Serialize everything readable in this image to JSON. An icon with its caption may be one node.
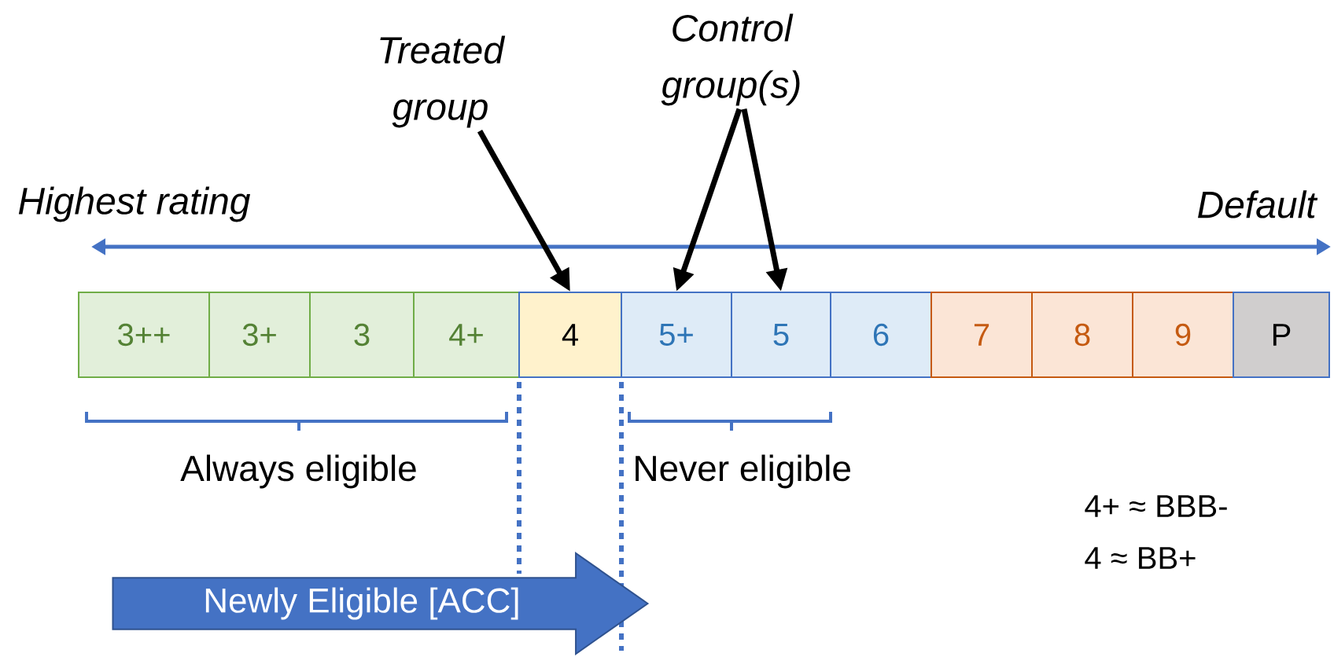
{
  "diagram": {
    "nodes": [
      {
        "text": [
          "Treated group"
        ]
      },
      {
        "text": [
          "Control group(s)"
        ]
      },
      {
        "text": [
          "3++"
        ]
      },
      {
        "text": [
          "3+"
        ]
      },
      {
        "text": [
          "3"
        ]
      },
      {
        "text": [
          "4+"
        ]
      },
      {
        "text": [
          "4"
        ]
      },
      {
        "text": [
          "5+"
        ]
      },
      {
        "text": [
          "5"
        ]
      },
      {
        "text": [
          "6"
        ]
      },
      {
        "text": [
          "7"
        ]
      },
      {
        "text": [
          "8"
        ]
      },
      {
        "text": [
          "9"
        ]
      },
      {
        "text": [
          "P"
        ]
      },
      {
        "text": [
          "Newly Eligible [ACC]"
        ]
      }
    ],
    "edges": [
      {
        "from": 0,
        "to": 6,
        "arrow": "to"
      },
      {
        "from": 1,
        "to": 7,
        "arrow": "to"
      },
      {
        "from": 1,
        "to": 8,
        "arrow": "to"
      }
    ],
    "labels": [
      "Highest rating",
      "Default",
      "Always eligible",
      "Never eligible",
      "4+ ≈ BBB-",
      "4 ≈ BB+"
    ]
  }
}
